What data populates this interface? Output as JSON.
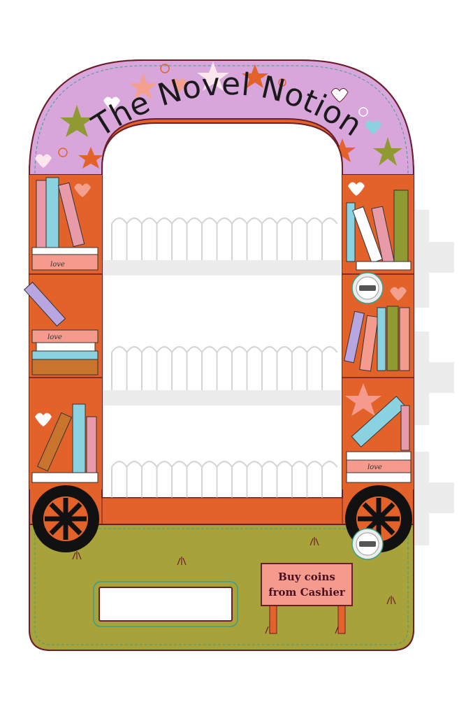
{
  "machine": {
    "title": "The Novel Notion",
    "sign_line1": "Buy coins",
    "sign_line2": "from Cashier"
  },
  "books": {
    "spine_word": "love"
  },
  "colors": {
    "arch": "#d9a6dc",
    "body": "#e2622a",
    "grass": "#a8a23a",
    "sign": "#f49b8e",
    "rack": "#ececec",
    "wheel": "#111111"
  }
}
